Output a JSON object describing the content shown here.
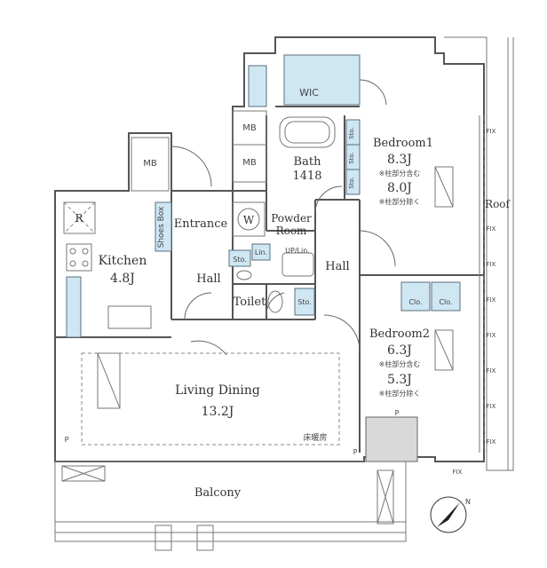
{
  "rooms": {
    "wic": "WIC",
    "mb_left": "MB",
    "mb_top": "MB",
    "mb_mid": "MB",
    "bath": "Bath",
    "bath_size": "1418",
    "entrance": "Entrance",
    "shoes_box": "Shoes Box",
    "w": "W",
    "powder_room_1": "Powder",
    "powder_room_2": "Room",
    "kitchen": "Kitchen",
    "kitchen_size": "4.8J",
    "refrigerator": "R",
    "hall_left": "Hall",
    "hall_right": "Hall",
    "toilet": "Toilet",
    "sto_toilet": "Sto.",
    "sto_hall": "Sto.",
    "lin": "Lin.",
    "uplin": "UP/Lin.",
    "living": "Living Dining",
    "living_size": "13.2J",
    "floor_heating": "床暖房",
    "balcony": "Balcony",
    "roof": "Roof",
    "bedroom1": "Bedroom1",
    "bedroom1_size": "8.3J",
    "bedroom1_note1": "※柱部分含む",
    "bedroom1_size2": "8.0J",
    "bedroom1_note2": "※柱部分除く",
    "bedroom2": "Bedroom2",
    "bedroom2_size": "6.3J",
    "bedroom2_note1": "※柱部分含む",
    "bedroom2_size2": "5.3J",
    "bedroom2_note2": "※柱部分除く",
    "sto1": "Sto.",
    "sto2": "Sto.",
    "sto3": "Sto.",
    "clo1": "Clo.",
    "clo2": "Clo.",
    "fix": "FIX",
    "p": "P",
    "north": "N"
  },
  "colors": {
    "storage": "#cfe6f3",
    "wall": "#555555"
  }
}
